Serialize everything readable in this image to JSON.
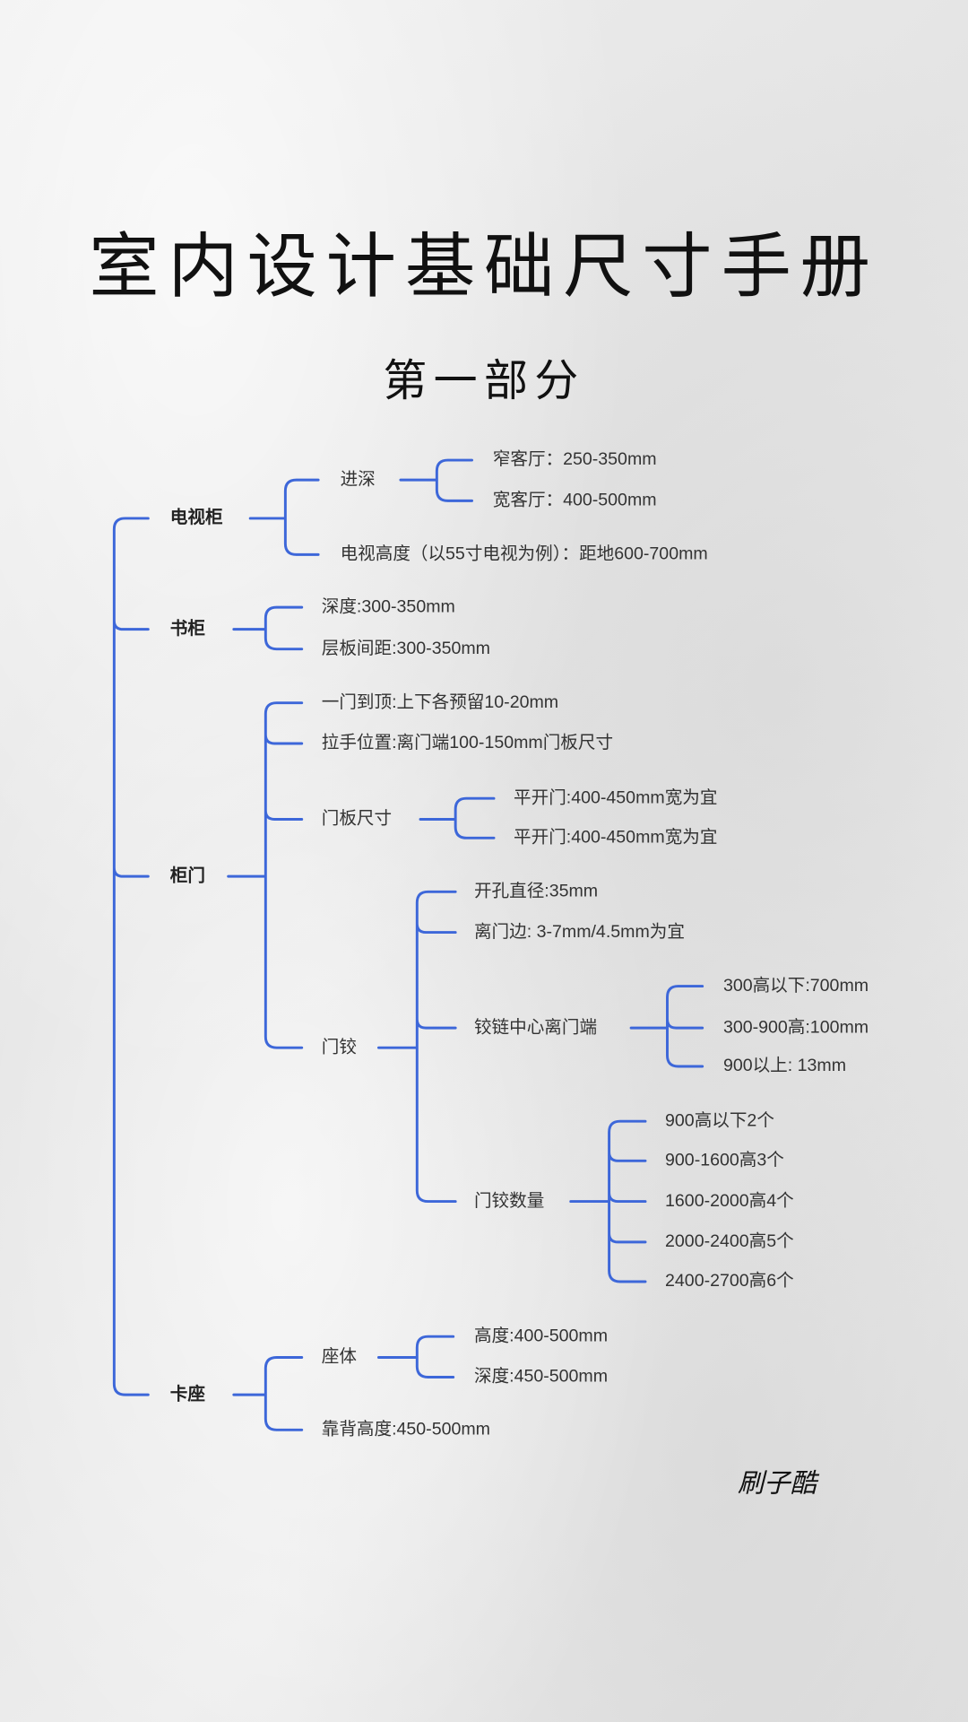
{
  "title": "室内设计基础尺寸手册",
  "subtitle": "第一部分",
  "signature": "刷子酷",
  "line_color": "#3d67d9",
  "mindmap": {
    "branches": [
      {
        "label": "电视柜",
        "children": [
          {
            "label": "进深",
            "children": [
              {
                "label": "窄客厅：250-350mm"
              },
              {
                "label": "宽客厅：400-500mm"
              }
            ]
          },
          {
            "label": "电视高度（以55寸电视为例）：距地600-700mm"
          }
        ]
      },
      {
        "label": "书柜",
        "children": [
          {
            "label": "深度:300-350mm"
          },
          {
            "label": "层板间距:300-350mm"
          }
        ]
      },
      {
        "label": "柜门",
        "children": [
          {
            "label": "一门到顶:上下各预留10-20mm"
          },
          {
            "label": "拉手位置:离门端100-150mm门板尺寸"
          },
          {
            "label": "门板尺寸",
            "children": [
              {
                "label": "平开门:400-450mm宽为宜"
              },
              {
                "label": "平开门:400-450mm宽为宜"
              }
            ]
          },
          {
            "label": "门铰",
            "children": [
              {
                "label": "开孔直径:35mm"
              },
              {
                "label": "离门边: 3-7mm/4.5mm为宜"
              },
              {
                "label": "铰链中心离门端",
                "children": [
                  {
                    "label": "300高以下:700mm"
                  },
                  {
                    "label": "300-900高:100mm"
                  },
                  {
                    "label": "900以上: 13mm"
                  }
                ]
              },
              {
                "label": "门铰数量",
                "children": [
                  {
                    "label": "900高以下2个"
                  },
                  {
                    "label": "900-1600高3个"
                  },
                  {
                    "label": "1600-2000高4个"
                  },
                  {
                    "label": "2000-2400高5个"
                  },
                  {
                    "label": "2400-2700高6个"
                  }
                ]
              }
            ]
          }
        ]
      },
      {
        "label": "卡座",
        "children": [
          {
            "label": "座体",
            "children": [
              {
                "label": "高度:400-500mm"
              },
              {
                "label": "深度:450-500mm"
              }
            ]
          },
          {
            "label": "靠背高度:450-500mm"
          }
        ]
      }
    ]
  }
}
